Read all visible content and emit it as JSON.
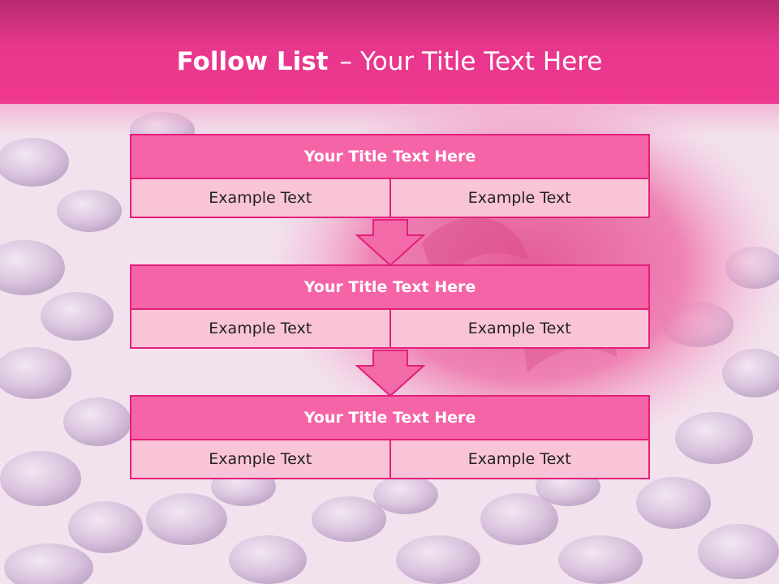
{
  "slide": {
    "title_bold": "Follow List",
    "title_dash": "–",
    "title_rest": "Your Title Text Here"
  },
  "colors": {
    "header": "#ee3a8e",
    "block_header": "#f564a6",
    "block_cell": "#f9c3d8",
    "border": "#e41f7a"
  },
  "blocks": [
    {
      "title": "Your Title Text Here",
      "left": "Example Text",
      "right": "Example Text"
    },
    {
      "title": "Your Title Text Here",
      "left": "Example Text",
      "right": "Example Text"
    },
    {
      "title": "Your Title Text Here",
      "left": "Example Text",
      "right": "Example Text"
    }
  ],
  "background": {
    "icon": "amethyst-stones-and-rose-photo"
  }
}
